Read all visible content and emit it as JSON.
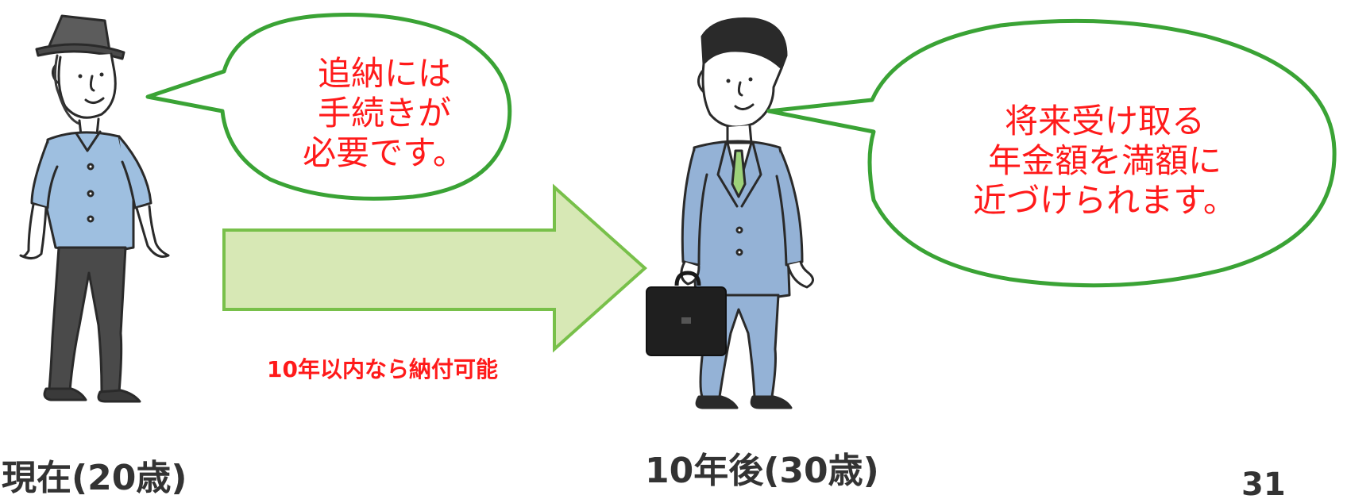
{
  "bubble_left": {
    "lines": [
      "追納には",
      "手続きが",
      "必要です。"
    ]
  },
  "bubble_right": {
    "lines": [
      "将来受け取る",
      "年金額を満額に",
      "近づけられます。"
    ]
  },
  "arrow": {
    "label": "10年以内なら納付可能"
  },
  "captions": {
    "left": "現在(20歳)",
    "right": "10年後(30歳)"
  },
  "page_number": "31",
  "colors": {
    "bubble_border": "#3aa335",
    "text_accent": "#ff1a1a",
    "arrow_fill": "#d7e8b5",
    "arrow_border": "#78c04a",
    "shirt": "#9ebfe0",
    "suit": "#94b2d6",
    "pants": "#4a4a4a"
  }
}
